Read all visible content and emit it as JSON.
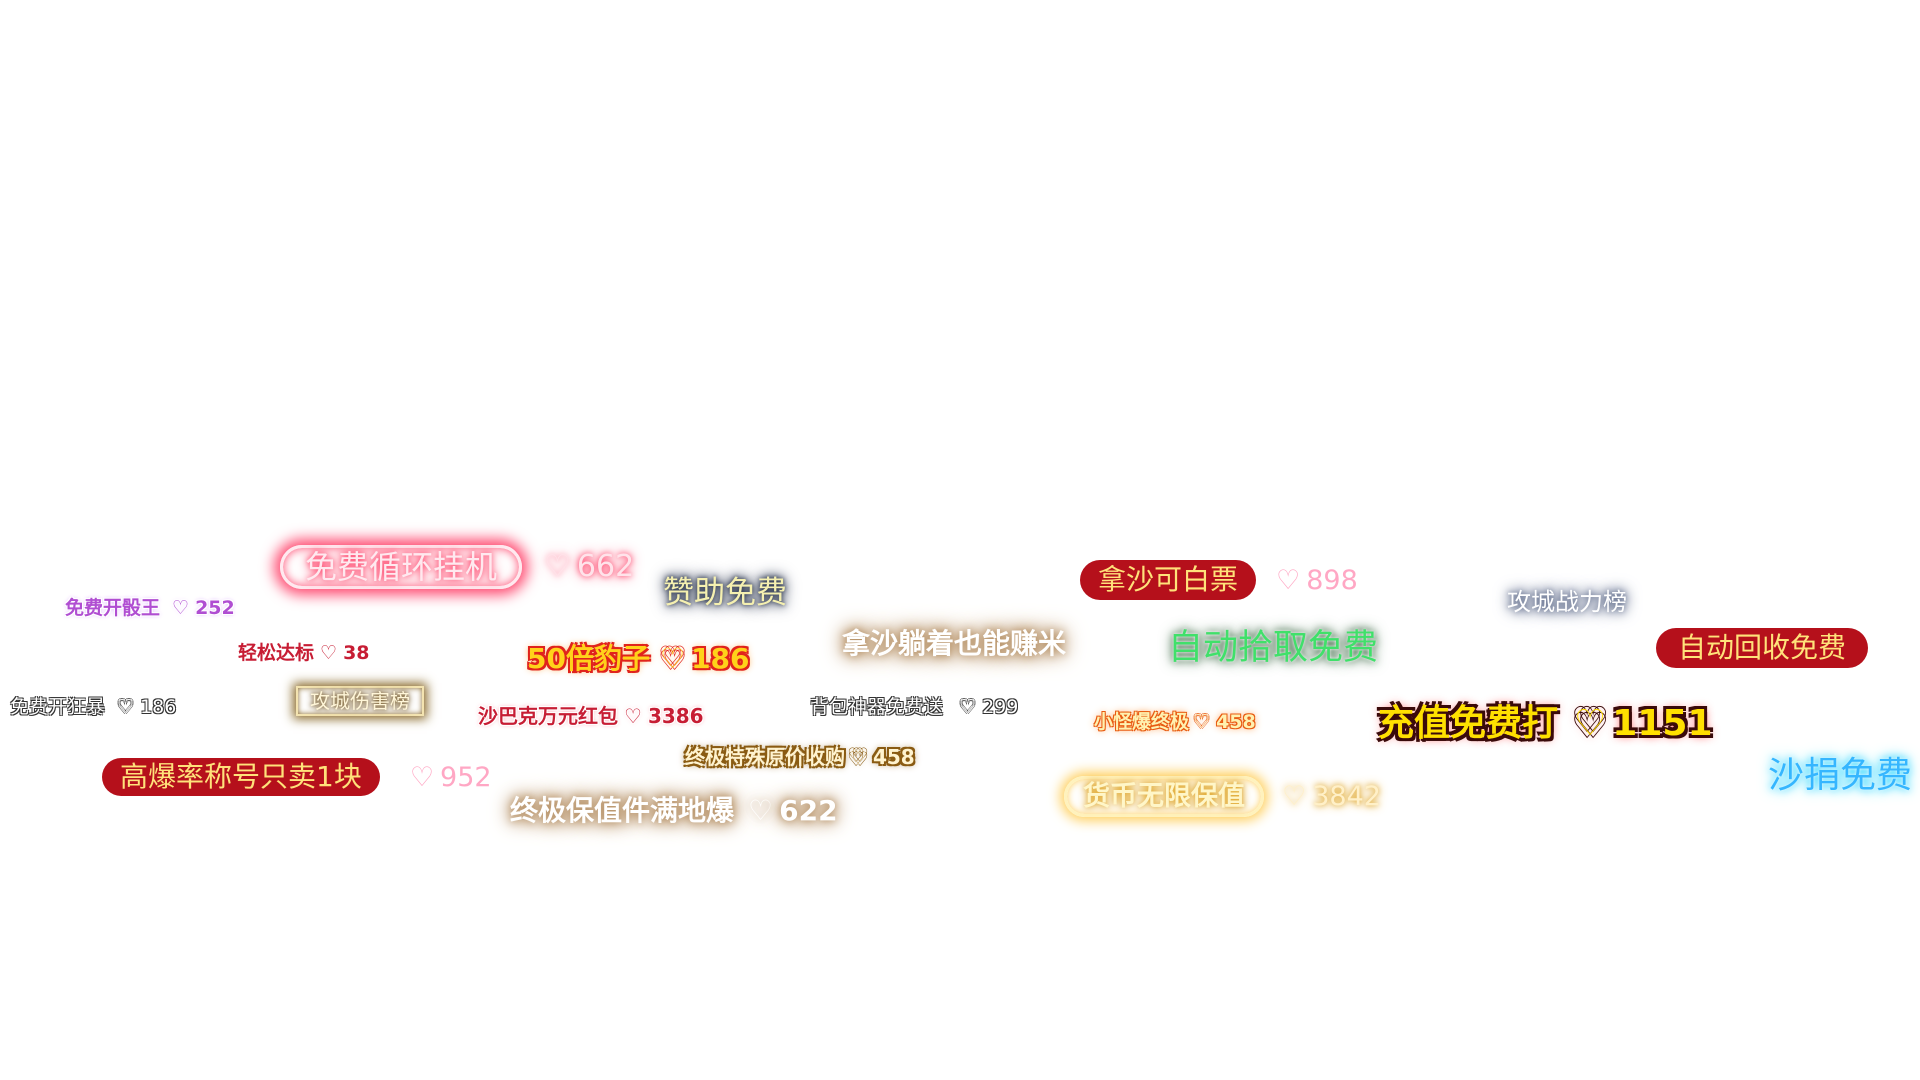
{
  "danmaku": [
    {
      "text": "免费循环挂机",
      "heart": "♡",
      "count": "662"
    },
    {
      "text": "赞助免费"
    },
    {
      "text": "免费开骰王",
      "heart": "♡",
      "count": "252"
    },
    {
      "text": "轻松达标",
      "heart": "♡",
      "count": "38"
    },
    {
      "text": "免费开狂暴",
      "heart": "♡",
      "count": "186"
    },
    {
      "text": "攻城伤害榜"
    },
    {
      "text": "50倍豹子",
      "heart": "♡",
      "count": "186"
    },
    {
      "text": "沙巴克万元红包",
      "heart": "♡",
      "count": "3386"
    },
    {
      "text": "高爆率称号只卖1块",
      "heart": "♡",
      "count": "952"
    },
    {
      "text": "终极特殊原价收购",
      "heart": "♡",
      "count": "458"
    },
    {
      "text": "终极保值件满地爆",
      "heart": "♡",
      "count": "622"
    },
    {
      "text": "拿沙躺着也能赚米"
    },
    {
      "text": "背包神器免费送",
      "heart": "♡",
      "count": "299"
    },
    {
      "text": "拿沙可白票",
      "heart": "♡",
      "count": "898"
    },
    {
      "text": "自动拾取免费"
    },
    {
      "text": "小怪爆终极",
      "heart": "♡",
      "count": "458"
    },
    {
      "text": "货币无限保值",
      "heart": "♡",
      "count": "3842"
    },
    {
      "text": "攻城战力榜"
    },
    {
      "text": "自动回收免费"
    },
    {
      "text": "充值免费打",
      "heart": "♡",
      "count": "1151"
    },
    {
      "text": "沙捐免费"
    }
  ]
}
